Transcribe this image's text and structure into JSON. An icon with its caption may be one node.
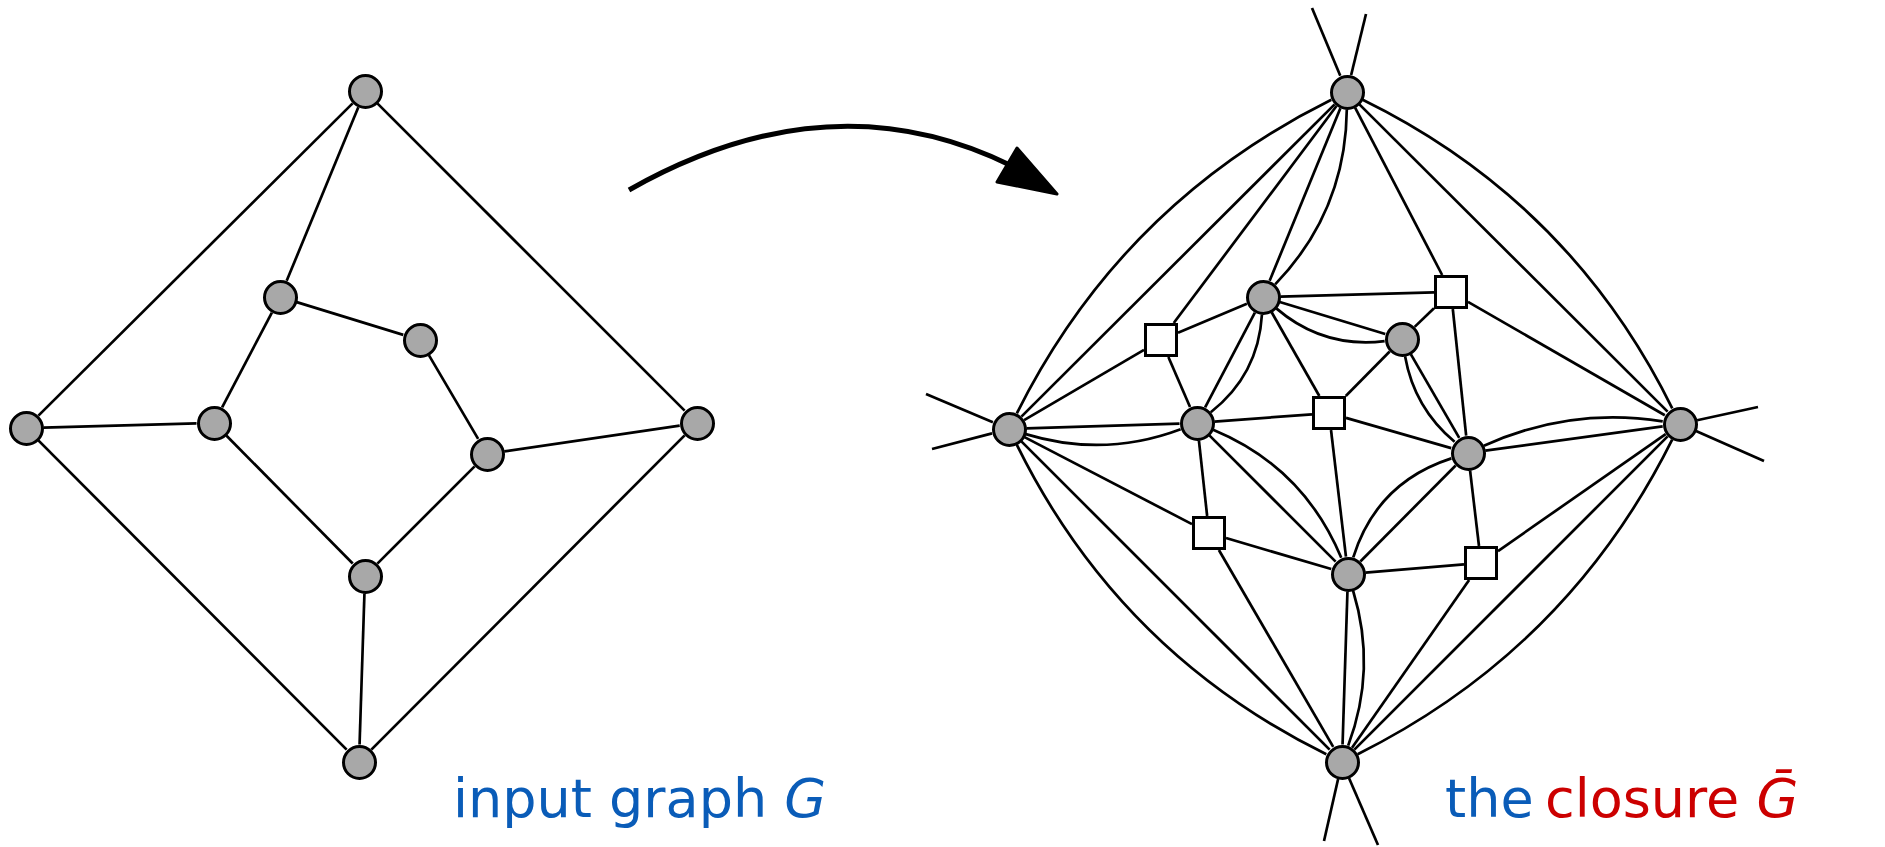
{
  "diagram": {
    "nodes": [
      {
        "text": [],
        "shape": "circle"
      },
      {
        "text": [],
        "shape": "circle"
      },
      {
        "text": [],
        "shape": "circle"
      },
      {
        "text": [],
        "shape": "circle"
      },
      {
        "text": [],
        "shape": "circle"
      },
      {
        "text": [],
        "shape": "circle"
      },
      {
        "text": [],
        "shape": "circle"
      },
      {
        "text": [],
        "shape": "circle"
      },
      {
        "text": [],
        "shape": "circle"
      },
      {
        "text": [],
        "shape": "circle"
      },
      {
        "text": [],
        "shape": "circle"
      },
      {
        "text": [],
        "shape": "circle"
      },
      {
        "text": [],
        "shape": "circle"
      },
      {
        "text": [],
        "shape": "circle"
      },
      {
        "text": [],
        "shape": "circle"
      },
      {
        "text": [],
        "shape": "circle"
      },
      {
        "text": [],
        "shape": "circle"
      },
      {
        "text": [],
        "shape": "circle"
      },
      {
        "text": [],
        "shape": "box"
      },
      {
        "text": [],
        "shape": "box"
      },
      {
        "text": [],
        "shape": "box"
      },
      {
        "text": [],
        "shape": "box"
      },
      {
        "text": [],
        "shape": "box"
      }
    ],
    "edges": [
      {
        "from": 0,
        "to": 3,
        "arrow": "none"
      },
      {
        "from": 0,
        "to": 1,
        "arrow": "none"
      },
      {
        "from": 0,
        "to": 6,
        "arrow": "none"
      },
      {
        "from": 1,
        "to": 2,
        "arrow": "none"
      },
      {
        "from": 1,
        "to": 4,
        "arrow": "none"
      },
      {
        "from": 2,
        "to": 5,
        "arrow": "none"
      },
      {
        "from": 3,
        "to": 4,
        "arrow": "none"
      },
      {
        "from": 3,
        "to": 8,
        "arrow": "none"
      },
      {
        "from": 4,
        "to": 7,
        "arrow": "none"
      },
      {
        "from": 5,
        "to": 7,
        "arrow": "none"
      },
      {
        "from": 5,
        "to": 6,
        "arrow": "none"
      },
      {
        "from": 7,
        "to": 8,
        "arrow": "none"
      },
      {
        "from": 8,
        "to": 6,
        "arrow": "none"
      },
      {
        "from": 9,
        "to": 12,
        "arrow": "none"
      },
      {
        "from": 9,
        "to": 12,
        "arrow": "none"
      },
      {
        "from": 9,
        "to": 18,
        "arrow": "none"
      },
      {
        "from": 9,
        "to": 10,
        "arrow": "none"
      },
      {
        "from": 9,
        "to": 10,
        "arrow": "none"
      },
      {
        "from": 9,
        "to": 19,
        "arrow": "none"
      },
      {
        "from": 9,
        "to": 15,
        "arrow": "none"
      },
      {
        "from": 9,
        "to": 15,
        "arrow": "none"
      },
      {
        "from": 9,
        "to": null,
        "arrow": "none"
      },
      {
        "from": 9,
        "to": null,
        "arrow": "none"
      },
      {
        "from": 12,
        "to": 18,
        "arrow": "none"
      },
      {
        "from": 12,
        "to": 13,
        "arrow": "none"
      },
      {
        "from": 12,
        "to": 13,
        "arrow": "none"
      },
      {
        "from": 12,
        "to": 21,
        "arrow": "none"
      },
      {
        "from": 12,
        "to": 17,
        "arrow": "none"
      },
      {
        "from": 12,
        "to": 17,
        "arrow": "none"
      },
      {
        "from": 12,
        "to": null,
        "arrow": "none"
      },
      {
        "from": 12,
        "to": null,
        "arrow": "none"
      },
      {
        "from": 10,
        "to": 18,
        "arrow": "none"
      },
      {
        "from": 10,
        "to": 19,
        "arrow": "none"
      },
      {
        "from": 10,
        "to": 11,
        "arrow": "none"
      },
      {
        "from": 10,
        "to": 11,
        "arrow": "none"
      },
      {
        "from": 10,
        "to": 13,
        "arrow": "none"
      },
      {
        "from": 10,
        "to": 13,
        "arrow": "none"
      },
      {
        "from": 10,
        "to": 20,
        "arrow": "none"
      },
      {
        "from": 11,
        "to": 19,
        "arrow": "none"
      },
      {
        "from": 11,
        "to": 20,
        "arrow": "none"
      },
      {
        "from": 11,
        "to": 14,
        "arrow": "none"
      },
      {
        "from": 11,
        "to": 14,
        "arrow": "none"
      },
      {
        "from": 13,
        "to": 18,
        "arrow": "none"
      },
      {
        "from": 13,
        "to": 20,
        "arrow": "none"
      },
      {
        "from": 13,
        "to": 21,
        "arrow": "none"
      },
      {
        "from": 13,
        "to": 16,
        "arrow": "none"
      },
      {
        "from": 13,
        "to": 16,
        "arrow": "none"
      },
      {
        "from": 19,
        "to": 14,
        "arrow": "none"
      },
      {
        "from": 19,
        "to": 15,
        "arrow": "none"
      },
      {
        "from": 20,
        "to": 14,
        "arrow": "none"
      },
      {
        "from": 20,
        "to": 16,
        "arrow": "none"
      },
      {
        "from": 14,
        "to": 15,
        "arrow": "none"
      },
      {
        "from": 14,
        "to": 15,
        "arrow": "none"
      },
      {
        "from": 14,
        "to": 16,
        "arrow": "none"
      },
      {
        "from": 14,
        "to": 16,
        "arrow": "none"
      },
      {
        "from": 14,
        "to": 22,
        "arrow": "none"
      },
      {
        "from": 15,
        "to": 22,
        "arrow": "none"
      },
      {
        "from": 15,
        "to": 17,
        "arrow": "none"
      },
      {
        "from": 15,
        "to": 17,
        "arrow": "none"
      },
      {
        "from": 15,
        "to": null,
        "arrow": "none"
      },
      {
        "from": 15,
        "to": null,
        "arrow": "none"
      },
      {
        "from": 16,
        "to": 21,
        "arrow": "none"
      },
      {
        "from": 16,
        "to": 22,
        "arrow": "none"
      },
      {
        "from": 16,
        "to": 17,
        "arrow": "none"
      },
      {
        "from": 16,
        "to": 17,
        "arrow": "none"
      },
      {
        "from": 21,
        "to": 17,
        "arrow": "none"
      },
      {
        "from": 22,
        "to": 17,
        "arrow": "none"
      },
      {
        "from": 17,
        "to": null,
        "arrow": "none"
      },
      {
        "from": 17,
        "to": null,
        "arrow": "none"
      }
    ],
    "labels": [
      "input graph *G*",
      "the",
      "closure *Ḡ*"
    ]
  }
}
